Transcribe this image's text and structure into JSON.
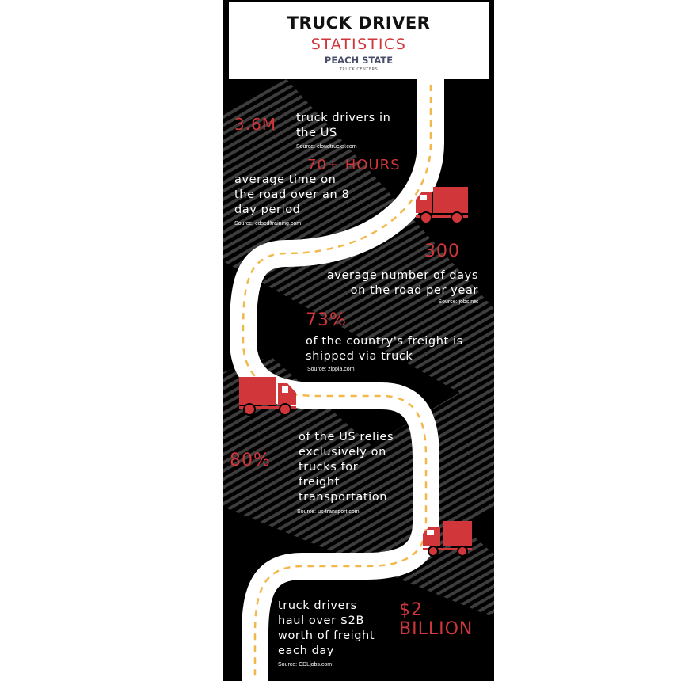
{
  "header": {
    "title": "TRUCK DRIVER",
    "subtitle": "STATISTICS",
    "brand": "PEACH STATE",
    "brand_sub": "TRUCK CENTERS"
  },
  "colors": {
    "accent": "#d1363b",
    "background": "#000000",
    "text": "#ffffff",
    "road_dash": "#f2b84b",
    "brand": "#4a4e6a"
  },
  "icons": [
    "truck-icon",
    "truck-icon",
    "truck-icon"
  ],
  "stats": [
    {
      "value": "3.6M",
      "lines": [
        "truck drivers in",
        "the US"
      ],
      "source": "Source: cloudtrucks.com"
    },
    {
      "value": "70+ HOURS",
      "lines": [
        "average time on",
        "the road over an 8",
        "day period"
      ],
      "source": "Source: cdscdltraining.com"
    },
    {
      "value": "300",
      "lines": [
        "average number of days",
        "on the road per year"
      ],
      "source": "Source: jobs.net"
    },
    {
      "value": "73%",
      "lines": [
        "of the country's freight is",
        "shipped via truck"
      ],
      "source": "Source: zippia.com"
    },
    {
      "value": "80%",
      "lines": [
        "of the US relies",
        "exclusively on",
        "trucks for",
        "freight",
        "transportation"
      ],
      "source": "Source: us-transport.com"
    },
    {
      "value": "$2 BILLION",
      "value_lines": [
        "$2",
        "BILLION"
      ],
      "lines": [
        "truck drivers",
        "haul over $2B",
        "worth of freight",
        "each day"
      ],
      "source": "Source: CDLjobs.com"
    }
  ]
}
